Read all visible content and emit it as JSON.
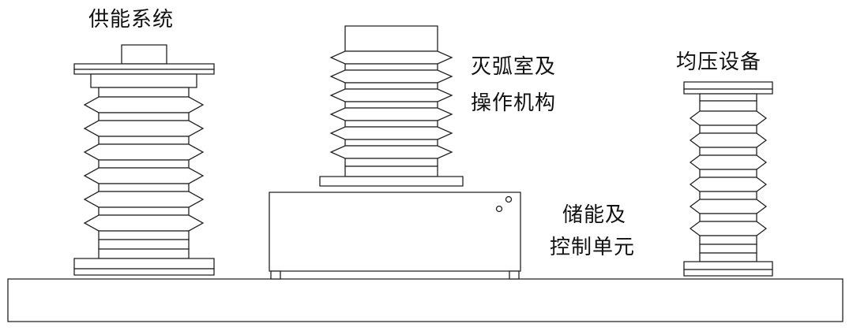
{
  "labels": {
    "power_supply": "供能系统",
    "interrupter_line1": "灭弧室及",
    "interrupter_line2": "操作机构",
    "voltage_grading": "均压设备",
    "storage_line1": "储能及",
    "storage_line2": "控制单元"
  },
  "colors": {
    "stroke": "#222222",
    "background": "#ffffff"
  }
}
